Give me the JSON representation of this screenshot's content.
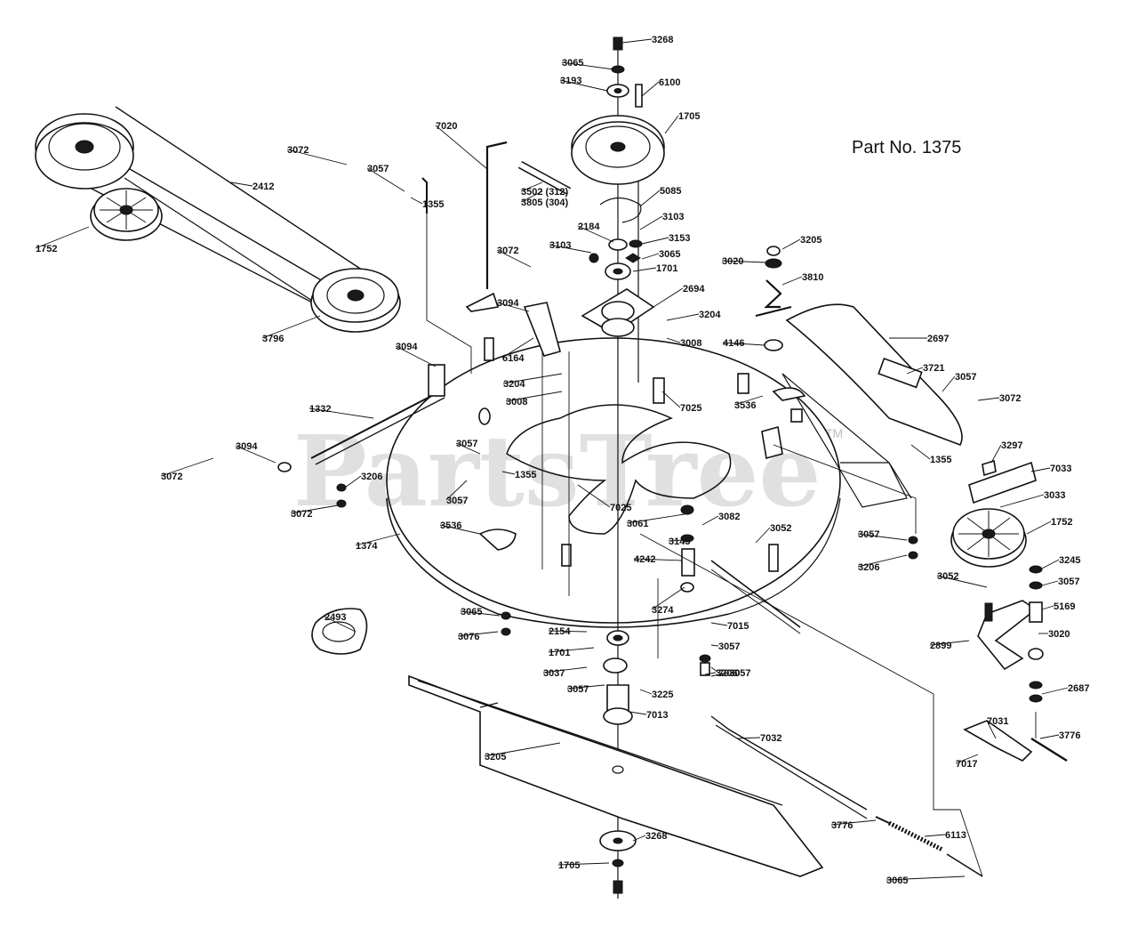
{
  "diagram": {
    "title": "Part No. 1375",
    "watermark": "PartsTree",
    "watermark_mark": "TM",
    "callouts": [
      "3268",
      "3065",
      "3193",
      "6100",
      "1705",
      "7020",
      "3072",
      "3057",
      "1355",
      "3502 (312)",
      "3805 (304)",
      "5085",
      "3103",
      "2184",
      "3153",
      "3065",
      "3103",
      "1701",
      "3072",
      "1752",
      "2412",
      "3796",
      "3094",
      "2694",
      "3205",
      "3020",
      "3810",
      "3204",
      "3008",
      "4146",
      "2697",
      "3721",
      "3057",
      "3072",
      "6164",
      "3094",
      "3204",
      "3008",
      "7025",
      "3536",
      "1332",
      "3094",
      "3072",
      "3057",
      "3206",
      "3072",
      "3057",
      "1355",
      "7025",
      "3297",
      "7033",
      "3033",
      "1752",
      "1355",
      "3536",
      "1374",
      "3061",
      "3082",
      "3145",
      "4242",
      "3052",
      "3057",
      "3206",
      "3245",
      "3057",
      "3052",
      "5169",
      "3020",
      "3274",
      "7015",
      "3057",
      "3206",
      "3065",
      "3076",
      "2154",
      "1701",
      "3037",
      "3057",
      "3225",
      "7030",
      "3057",
      "2899",
      "2687",
      "2493",
      "7013",
      "3205",
      "7032",
      "7031",
      "3776",
      "7017",
      "3776",
      "6113",
      "3065",
      "3268",
      "1705"
    ]
  }
}
